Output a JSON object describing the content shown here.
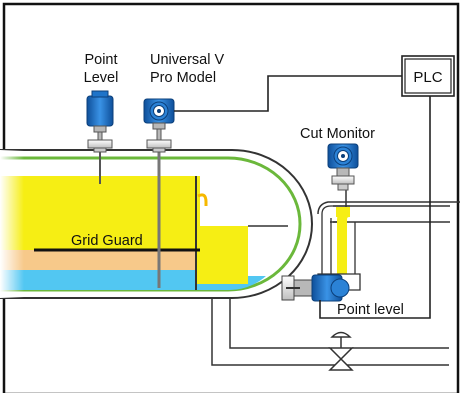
{
  "labels": {
    "point_level_top": "Point",
    "point_level_bottom": "Level",
    "universal_line1": "Universal V",
    "universal_line2": "Pro Model",
    "plc": "PLC",
    "cut_monitor": "Cut Monitor",
    "grid_guard": "Grid Guard",
    "point_level_lower": "Point level"
  },
  "colors": {
    "transmitter_blue": "#1f74c9",
    "oil_yellow": "#f6ee14",
    "emulsion_orange": "#f7c98a",
    "water_blue": "#52c7f2",
    "vessel_green": "#6bb83b",
    "grid_black": "#111111"
  }
}
